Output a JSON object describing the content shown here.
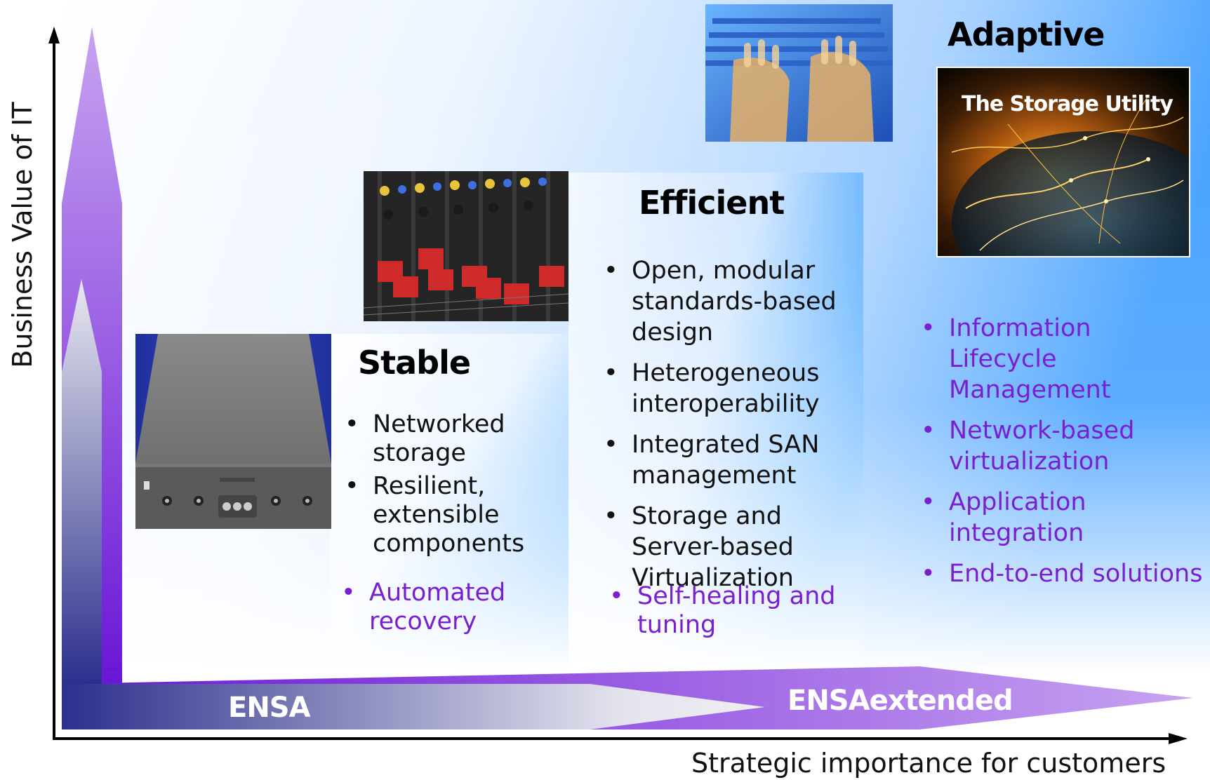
{
  "axes": {
    "y_label": "Business Value of IT",
    "x_label": "Strategic importance for customers"
  },
  "bands": {
    "ensa": "ENSA",
    "ensa_extended": "ENSAextended"
  },
  "stages": {
    "stable": {
      "title": "Stable",
      "items": [
        "Networked storage",
        "Resilient, extensible components"
      ],
      "highlight": [
        "Automated recovery"
      ]
    },
    "efficient": {
      "title": "Efficient",
      "items": [
        "Open, modular standards-based design",
        "Heterogeneous interoperability",
        "Integrated SAN management",
        "Storage and Server-based Virtualization"
      ],
      "highlight": [
        "Self-healing and tuning"
      ]
    },
    "adaptive": {
      "title": "Adaptive",
      "image_caption": "The Storage Utility",
      "highlight": [
        "Information Lifecycle Management",
        "Network-based virtualization",
        "Application integration",
        "End-to-end solutions"
      ]
    }
  },
  "images": {
    "stable": "storage-device-photo",
    "efficient": "mixing-console-photo",
    "adaptive_top": "hands-keyboard-photo",
    "adaptive": "globe-network-photo"
  },
  "colors": {
    "panel_blue": "#2e9bff",
    "violet": "#8a3ee6",
    "navy": "#2c2f8c",
    "highlight_text": "#7a1fcf"
  }
}
